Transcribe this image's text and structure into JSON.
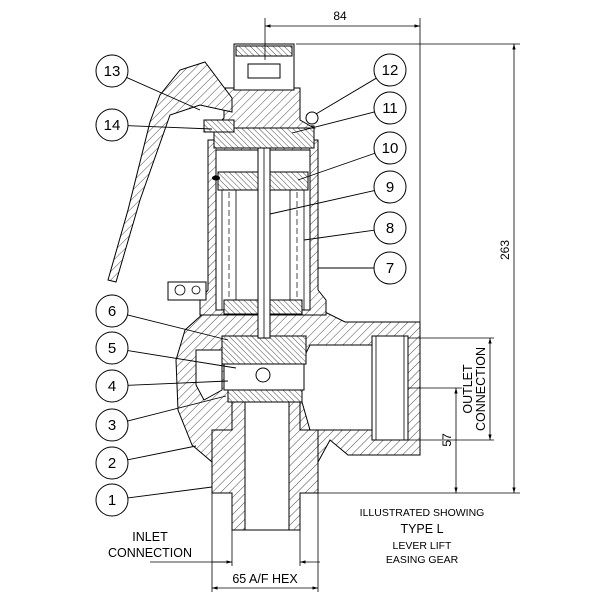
{
  "balloons": [
    {
      "id": "b1",
      "label": "1"
    },
    {
      "id": "b2",
      "label": "2"
    },
    {
      "id": "b3",
      "label": "3"
    },
    {
      "id": "b4",
      "label": "4"
    },
    {
      "id": "b5",
      "label": "5"
    },
    {
      "id": "b6",
      "label": "6"
    },
    {
      "id": "b7",
      "label": "7"
    },
    {
      "id": "b8",
      "label": "8"
    },
    {
      "id": "b9",
      "label": "9"
    },
    {
      "id": "b10",
      "label": "10"
    },
    {
      "id": "b11",
      "label": "11"
    },
    {
      "id": "b12",
      "label": "12"
    },
    {
      "id": "b13",
      "label": "13"
    },
    {
      "id": "b14",
      "label": "14"
    }
  ],
  "dimensions": {
    "width_top": "84",
    "height_total": "263",
    "outlet_height": "57",
    "hex_size": "65 A/F HEX"
  },
  "labels": {
    "outlet_line1": "OUTLET",
    "outlet_line2": "CONNECTION",
    "inlet_line1": "INLET",
    "inlet_line2": "CONNECTION"
  },
  "note": {
    "line1": "ILLUSTRATED SHOWING",
    "line2": "TYPE L",
    "line3": "LEVER LIFT",
    "line4": "EASING GEAR"
  }
}
